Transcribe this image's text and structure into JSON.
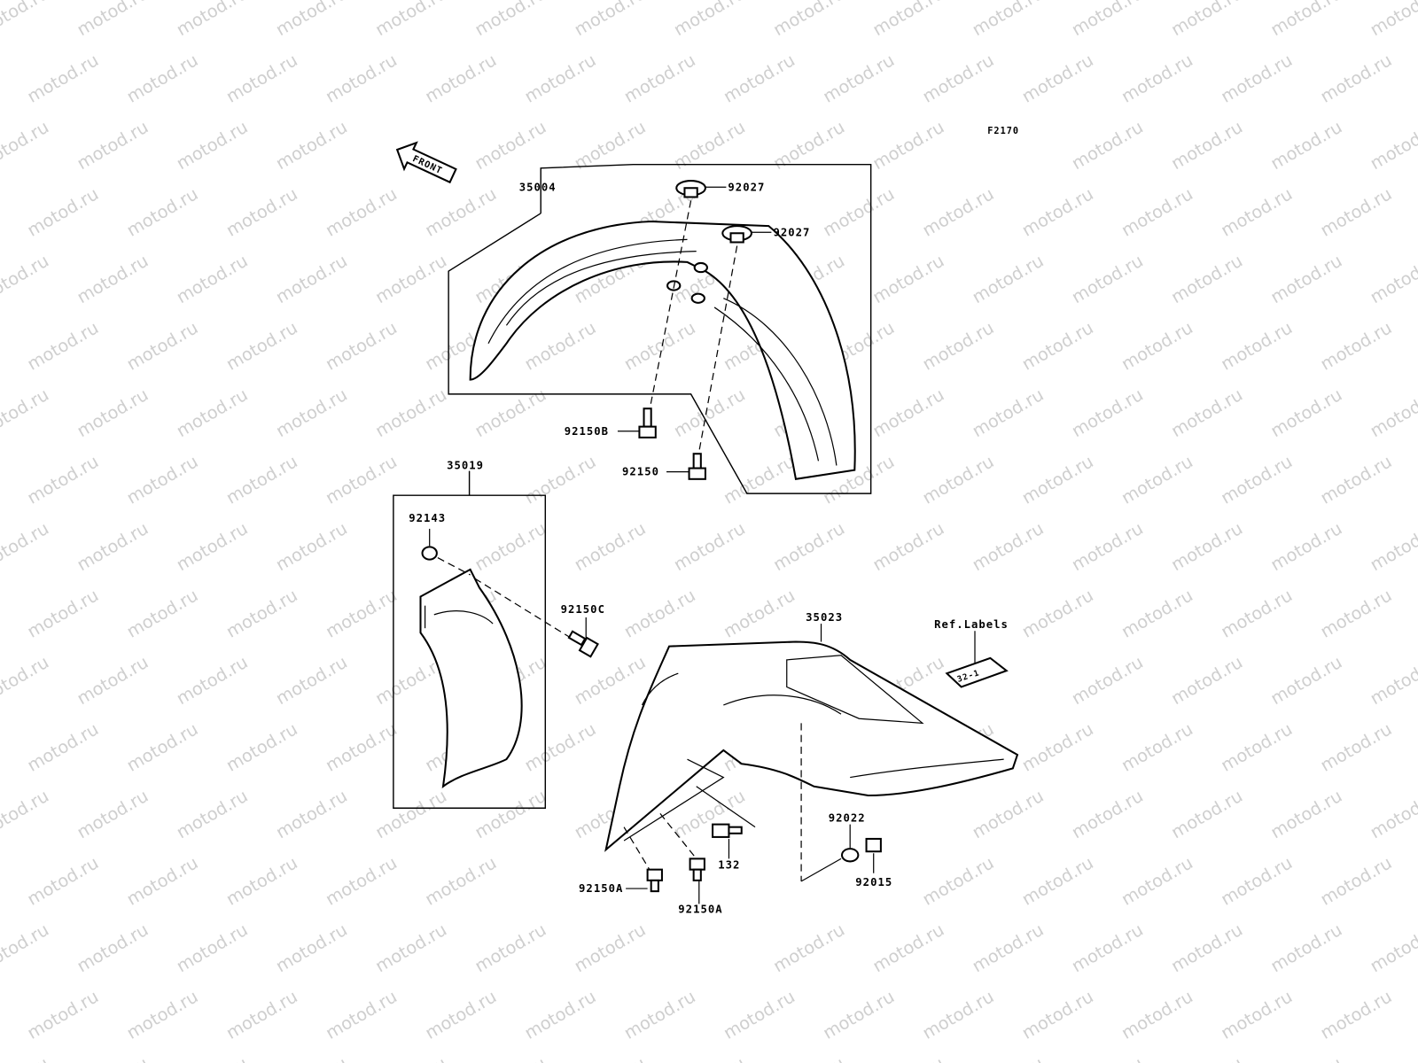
{
  "watermark": "motod.ru",
  "figure_code": "F2170",
  "front_arrow": "FRONT",
  "labels": {
    "front_fender": "35004",
    "grommet_a": "92027",
    "grommet_b": "92027",
    "bolt_92150B": "92150B",
    "bolt_92150": "92150",
    "cover": "35019",
    "collar": "92143",
    "bolt_92150C": "92150C",
    "rear_fender": "35023",
    "ref_labels": "Ref.Labels",
    "label_sticker": "32-1",
    "washer": "92022",
    "nut": "92015",
    "bolt_132": "132",
    "bolt_92150A_1": "92150A",
    "bolt_92150A_2": "92150A"
  }
}
